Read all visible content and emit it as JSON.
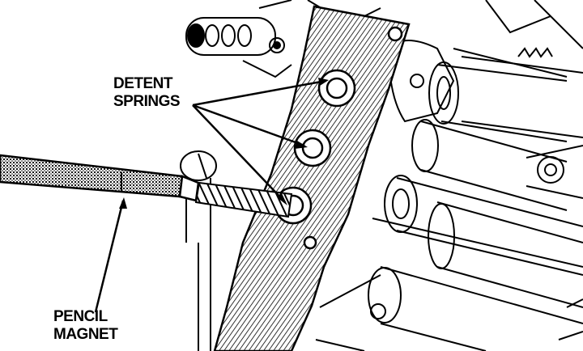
{
  "labels": {
    "detent_springs": {
      "line1": "DETENT",
      "line2": "SPRINGS"
    },
    "pencil_magnet": {
      "line1": "PENCIL",
      "line2": "MAGNET"
    }
  },
  "colors": {
    "ink": "#000000",
    "paper": "#ffffff",
    "hatch": "#000000"
  }
}
